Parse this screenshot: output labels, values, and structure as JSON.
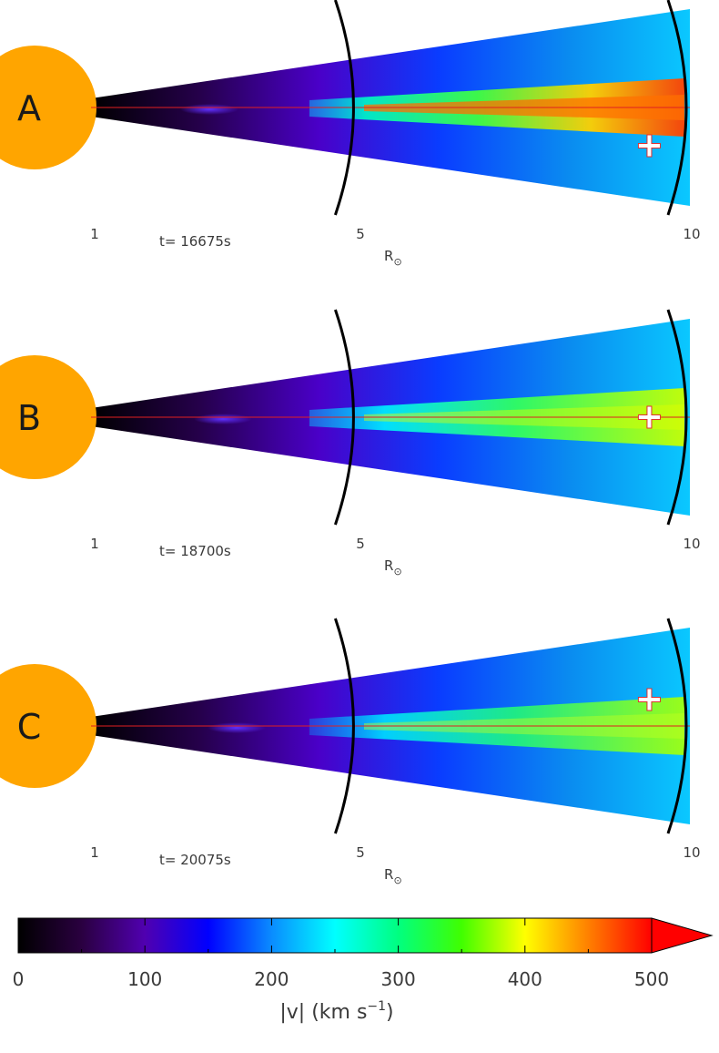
{
  "panels": [
    {
      "letter": "A",
      "time": "t= 16675s",
      "tick_labels": [
        "1",
        "5",
        "10"
      ],
      "axis_unit": "R",
      "axis_unit_sub": "⊙",
      "front_radius_marker": 9.5,
      "marker_offset": "below"
    },
    {
      "letter": "B",
      "time": "t= 18700s",
      "tick_labels": [
        "1",
        "5",
        "10"
      ],
      "axis_unit": "R",
      "axis_unit_sub": "⊙",
      "front_radius_marker": 9.5,
      "marker_offset": "center"
    },
    {
      "letter": "C",
      "time": "t= 20075s",
      "tick_labels": [
        "1",
        "5",
        "10"
      ],
      "axis_unit": "R",
      "axis_unit_sub": "⊙",
      "front_radius_marker": 9.5,
      "marker_offset": "above"
    }
  ],
  "colorbar": {
    "ticks": [
      "0",
      "100",
      "200",
      "300",
      "400",
      "500"
    ],
    "label_text": "|v| (km s",
    "label_exp": "−1",
    "label_close": ")",
    "range": [
      0,
      500
    ]
  },
  "colors": {
    "sun": "#ffa500",
    "axis_line": "#e02020",
    "marker": "#ffffff",
    "marker_outline": "#e03030"
  }
}
